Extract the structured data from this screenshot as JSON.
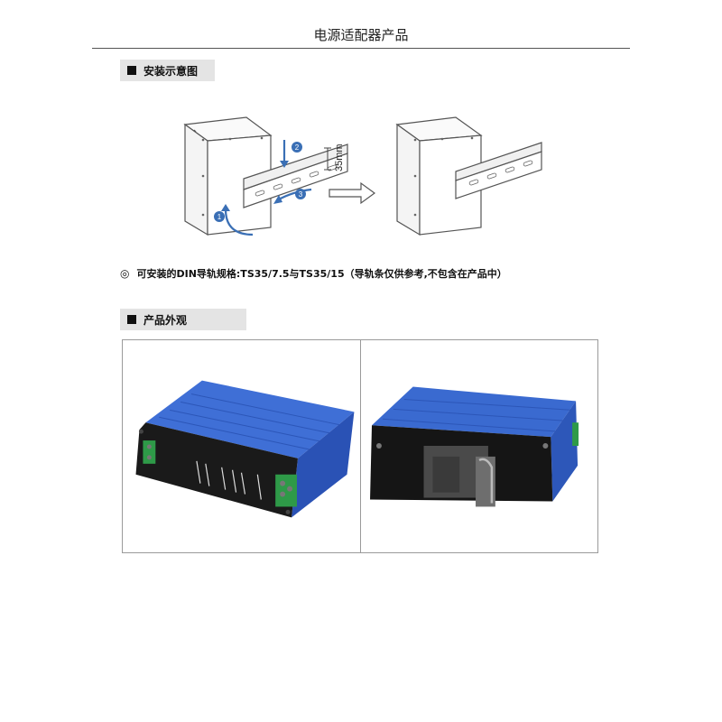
{
  "page": {
    "title": "电源适配器产品"
  },
  "sections": {
    "install": {
      "heading": "安装示意图"
    },
    "appearance": {
      "heading": "产品外观"
    }
  },
  "diagram": {
    "rail_dimension": "35mm",
    "steps": [
      "1",
      "2",
      "3"
    ]
  },
  "note": {
    "bullet_icon": "◎",
    "text": "可安装的DIN导轨规格:TS35/7.5与TS35/15（导轨条仅供参考,不包含在产品中）"
  },
  "photos": [
    {
      "name": "front-view",
      "device_color": "#2f5ec8"
    },
    {
      "name": "rear-view",
      "device_color": "#2f5ec8"
    }
  ]
}
